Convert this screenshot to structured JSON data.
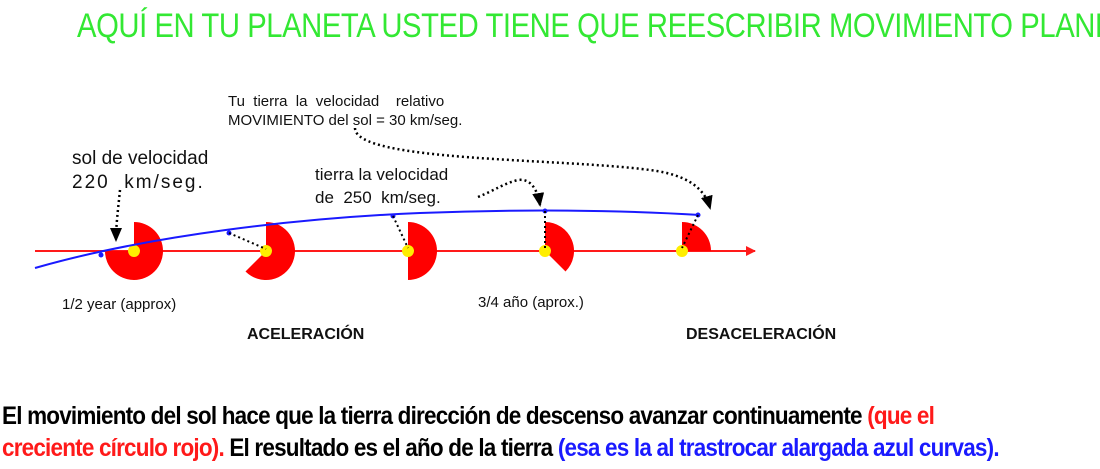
{
  "title": "AQUÍ EN TU PLANETA USTED TIENE QUE REESCRIBIR MOVIMIENTO PLANETARIO.",
  "labels": {
    "relative_line1": "Tu  tierra  la  velocidad    relativo",
    "relative_line2": "MOVIMIENTO del sol = 30 km/seg.",
    "sun_line1": "sol de velocidad",
    "sun_line2": "220  km/seg.",
    "earth_line1": "tierra la velocidad",
    "earth_line2": "de  250  km/seg.",
    "half_year": "1/2 year (approx)",
    "three_quarter": "3/4 año (aprox.)",
    "acceleration": "ACELERACIÓN",
    "deceleration": "DESACELERACIÓN"
  },
  "caption": {
    "line1_black": "El movimiento del sol hace que la tierra dirección de descenso avanzar continuamente ",
    "line1_red": "(que el",
    "line2_red": "creciente círculo rojo).",
    "line2_black": " El resultado es el año de la tierra ",
    "line2_blue": "(esa es la al trastrocar alargada azul curvas)."
  },
  "colors": {
    "title": "#33e833",
    "sun_path": "#ff1a1a",
    "sun": "#ff0000",
    "earth_path": "#1a1aff",
    "center": "#ffee00"
  },
  "sun_sweeps_degrees": [
    270,
    225,
    180,
    135,
    90
  ]
}
